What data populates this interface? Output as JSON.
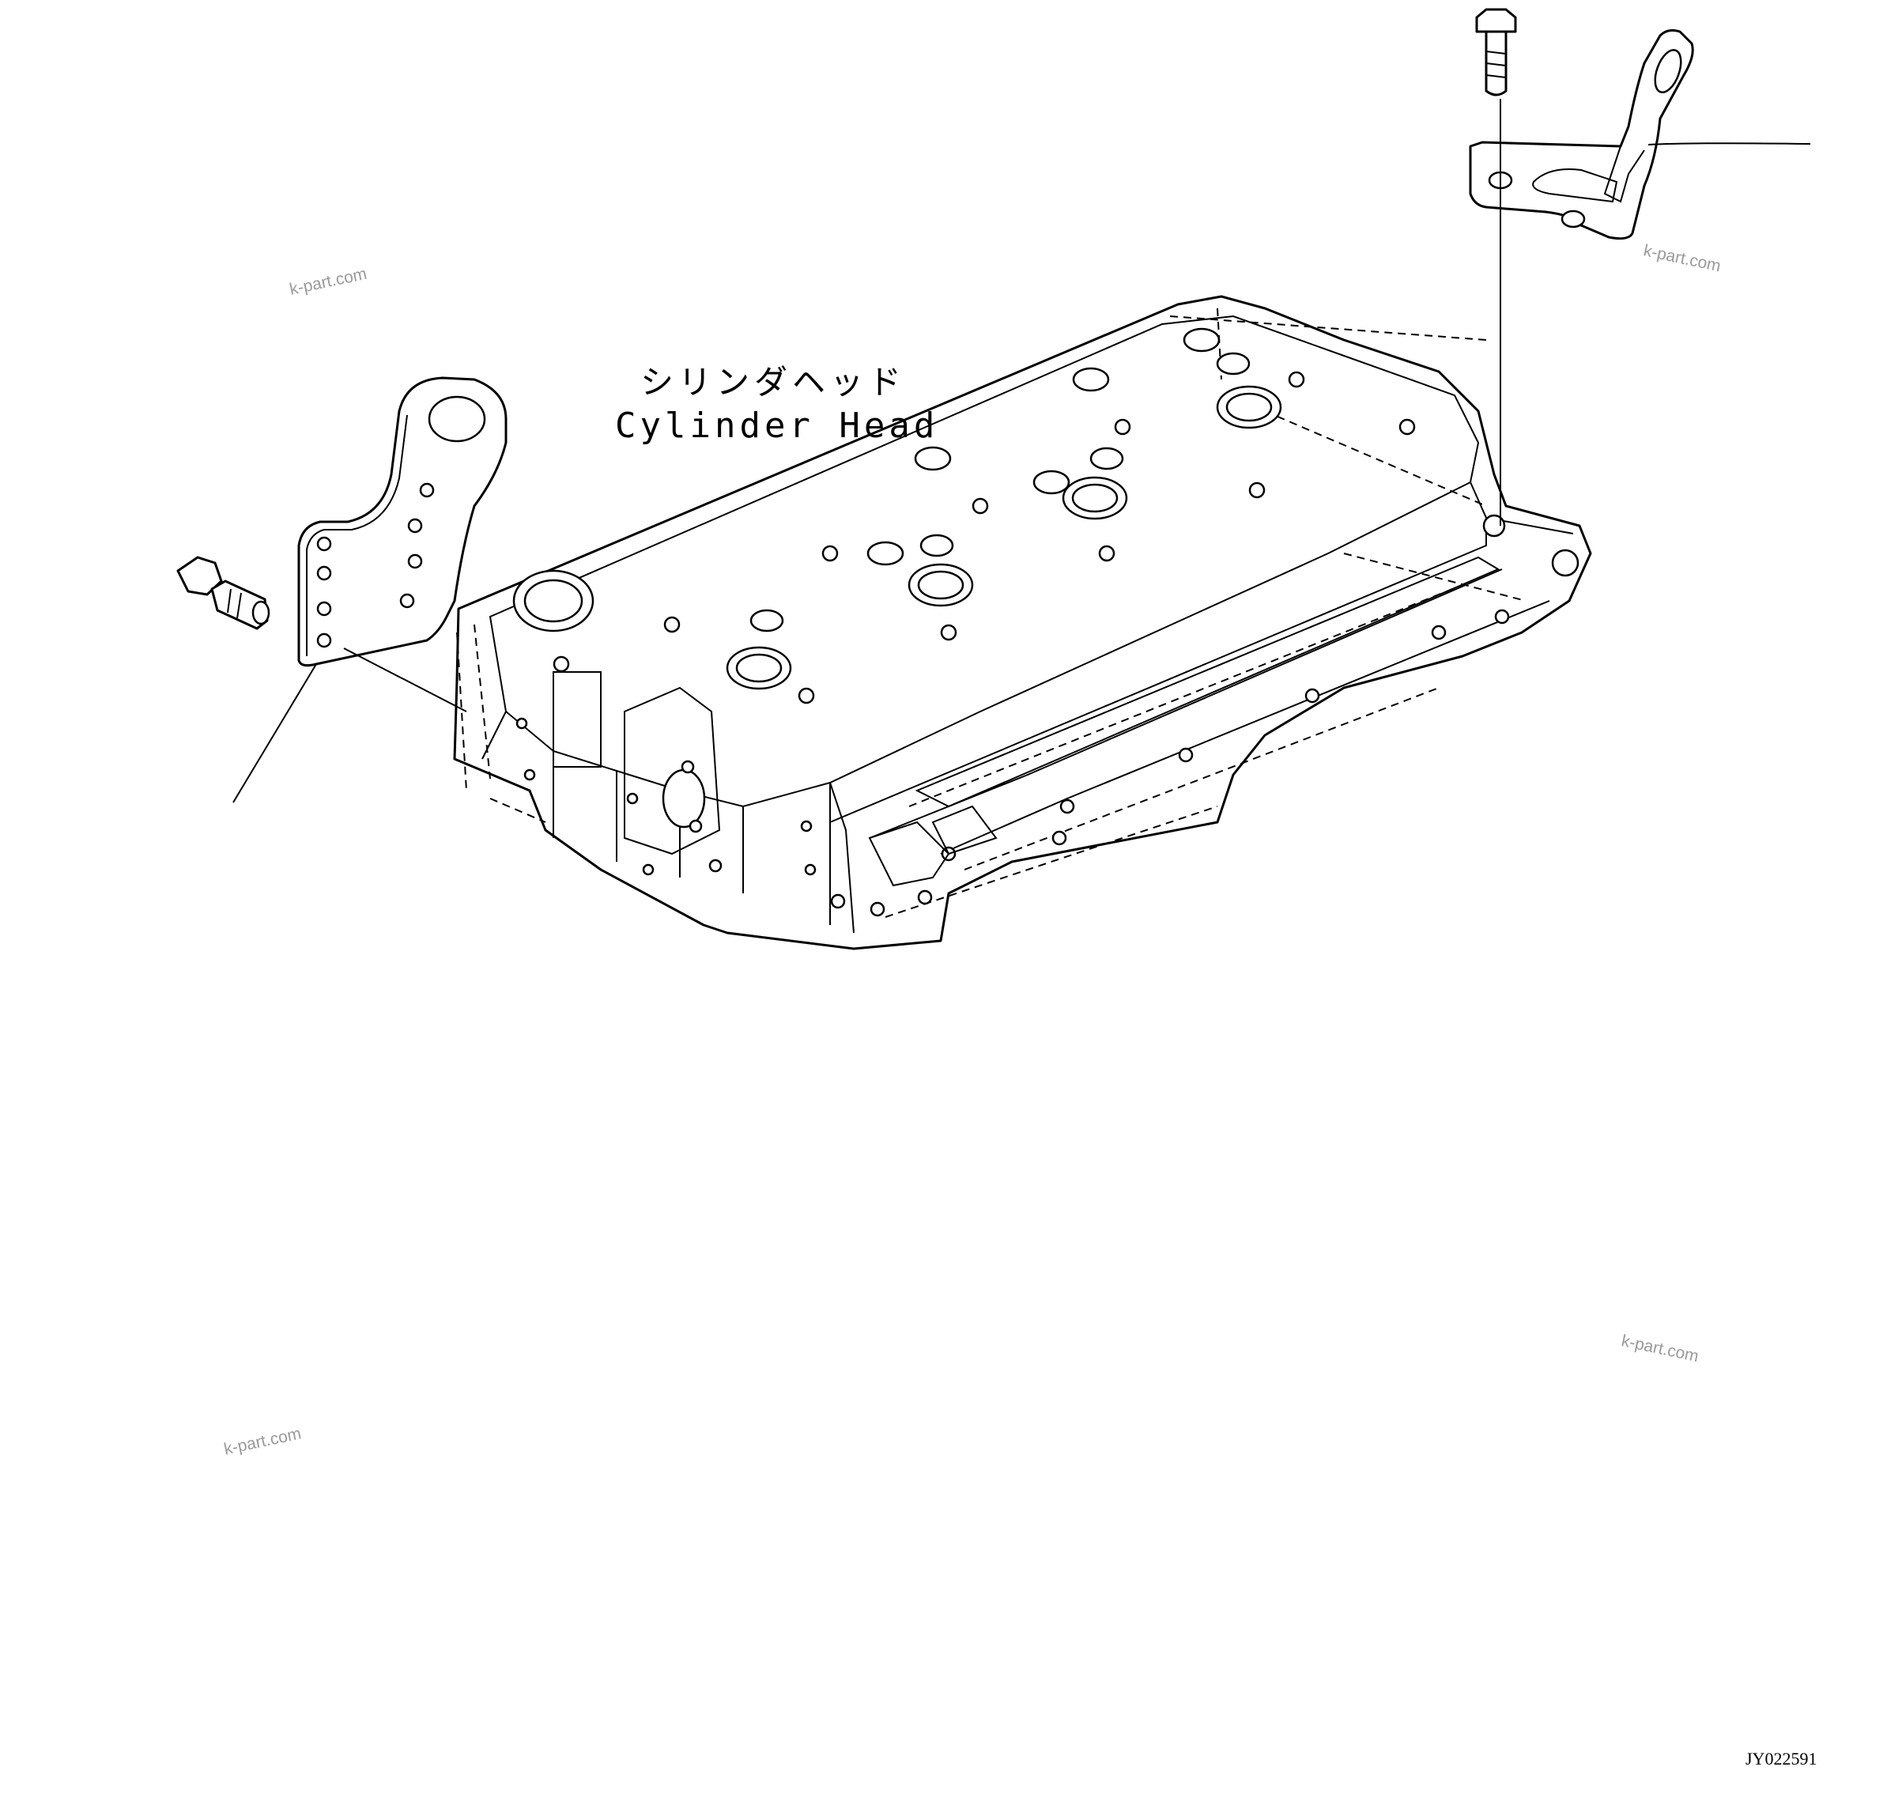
{
  "diagram": {
    "label_japanese": "シリンダヘッド",
    "label_english": "Cylinder Head",
    "drawing_code": "JY022591"
  },
  "watermarks": [
    "k-part.com",
    "k-part.com",
    "k-part.com",
    "k-part.com"
  ],
  "parts": {
    "left": {
      "bracket_icon": "lifting-bracket-icon",
      "bolt_icon": "flange-bolt-icon"
    },
    "right": {
      "bracket_icon": "lifting-bracket-icon",
      "bolt_icon": "flange-bolt-icon"
    },
    "body_icon": "cylinder-head-icon"
  },
  "colors": {
    "line": "#000000",
    "background": "#ffffff",
    "watermark": "#9a9a9a"
  }
}
